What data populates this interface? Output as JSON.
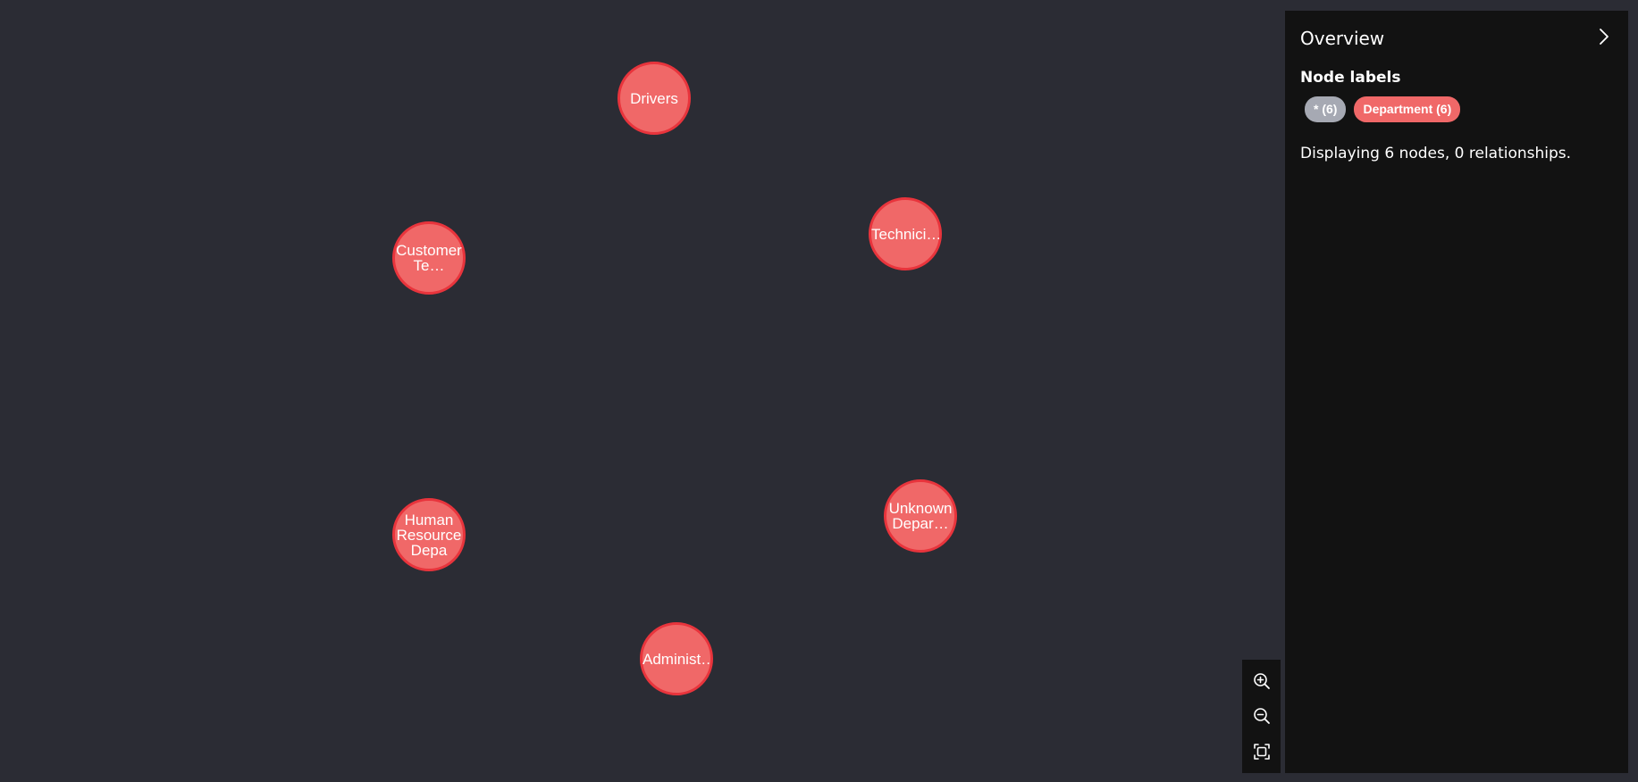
{
  "graph": {
    "nodes": [
      {
        "id": "drivers",
        "caption": "Drivers"
      },
      {
        "id": "technicians",
        "caption": "Technici…"
      },
      {
        "id": "customer",
        "caption": "Customer\nTe…"
      },
      {
        "id": "unknown",
        "caption": "Unknown\nDepar…"
      },
      {
        "id": "human-resource",
        "caption": "Human\nResource\nDepa"
      },
      {
        "id": "administration",
        "caption": "Administ…"
      }
    ],
    "node_color": "#f06868",
    "node_border_color": "#e8343c"
  },
  "zoom": {
    "zoom_in_icon": "zoom-in-icon",
    "zoom_out_icon": "zoom-out-icon",
    "fit_icon": "fit-to-screen-icon"
  },
  "panel": {
    "title": "Overview",
    "collapse_icon": "chevron-right-icon",
    "node_labels_heading": "Node labels",
    "chips": {
      "all": "* (6)",
      "department": "Department (6)"
    },
    "summary": "Displaying 6 nodes, 0 relationships.",
    "chip_colors": {
      "all": "#a6a9b3",
      "department": "#f06868"
    }
  }
}
